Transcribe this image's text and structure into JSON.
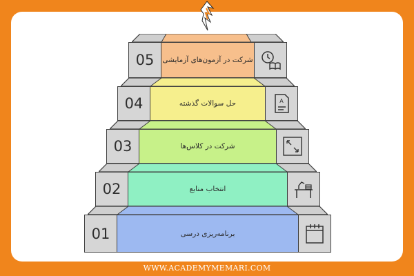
{
  "colors": {
    "background": "#f0851c",
    "panel": "#ffffff",
    "block_gray": "#d6d6d6",
    "step_01": "#9db9f1",
    "step_02": "#8ff0c3",
    "step_03": "#c7f189",
    "step_04": "#f6ef8d",
    "step_05": "#f7bf8c"
  },
  "steps": [
    {
      "number": "05",
      "label": "شرکت در آزمون‌های آزمایشی",
      "icon": "clock-book-icon"
    },
    {
      "number": "04",
      "label": "حل سوالات گذشته",
      "icon": "document-icon"
    },
    {
      "number": "03",
      "label": "شرکت در کلاس‌ها",
      "icon": "expand-hand-icon"
    },
    {
      "number": "02",
      "label": "انتخاب منابع",
      "icon": "desk-lamp-icon"
    },
    {
      "number": "01",
      "label": "برنامه‌ریزی درسی",
      "icon": "calendar-icon"
    }
  ],
  "footer": {
    "website": "WWW.ACADEMYMEMARI.COM"
  },
  "logo": {
    "icon": "brand-logo-icon"
  }
}
